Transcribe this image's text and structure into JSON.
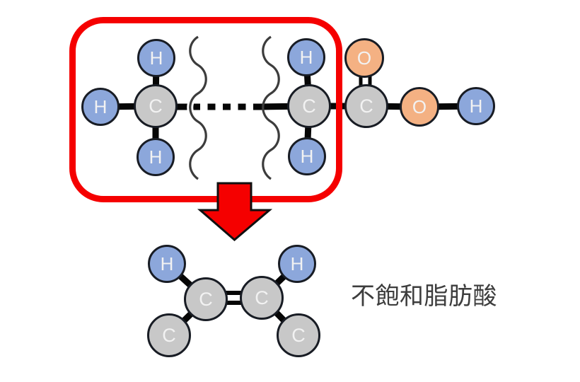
{
  "annotation": {
    "label": "不飽和脂肪酸"
  },
  "molecules": {
    "saturated": {
      "atoms": {
        "h_left": "H",
        "h_top_left": "H",
        "h_bottom_left": "H",
        "c_left": "C",
        "h_top_right": "H",
        "h_bottom_right": "H",
        "c_right": "C",
        "c_carboxyl": "C",
        "o_double": "O",
        "o_hydroxyl": "O",
        "h_hydroxyl": "H"
      }
    },
    "unsaturated": {
      "atoms": {
        "h_left": "H",
        "h_right": "H",
        "c_double_left": "C",
        "c_double_right": "C",
        "c_chain_left": "C",
        "c_chain_right": "C"
      }
    }
  },
  "colors": {
    "hydrogen_fill": "#8ca7db",
    "carbon_fill": "#c8c8c8",
    "oxygen_fill": "#f4b183",
    "highlight_red": "#f50000",
    "bond_black": "#060606"
  }
}
